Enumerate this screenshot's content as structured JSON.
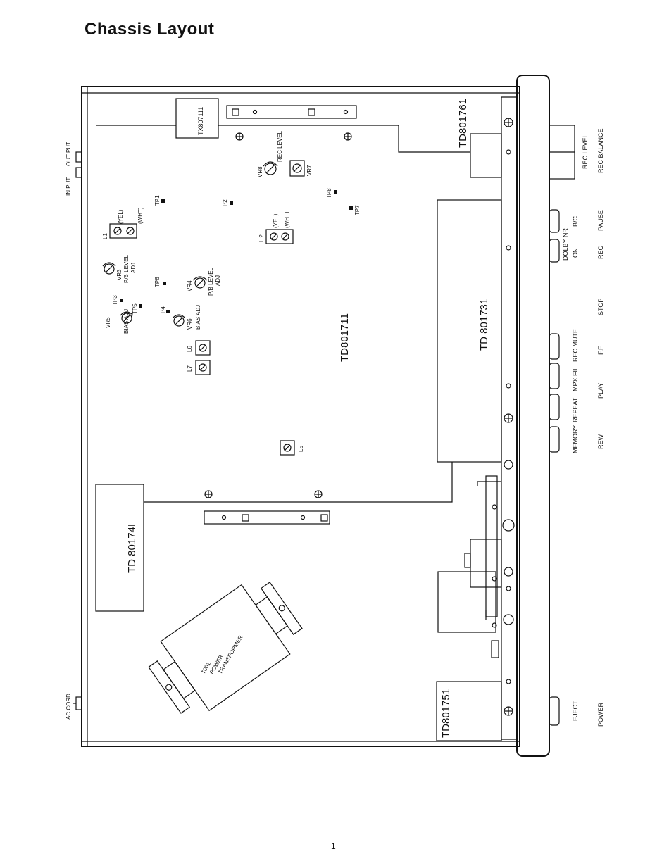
{
  "title": "Chassis Layout",
  "page_number": "1",
  "rear_jacks": {
    "input": "IN PUT",
    "output": "OUT PUT",
    "ac_cord": "AC CORD"
  },
  "boards": {
    "tx807111": "TX807111",
    "td801761": "TD801761",
    "td801711": "TD801711",
    "td801731": "TD 801731",
    "td801741": "TD 80174I",
    "td801751": "TD801751"
  },
  "transformer": {
    "ref": "T001",
    "line1": "POWER",
    "line2": "TRANSFORMER"
  },
  "adjustments": {
    "vr8": "VR8",
    "vr7": "VR7",
    "rec_level_adj": "REC LEVEL",
    "vr3": "VR3",
    "vr3_desc1": "P/B LEVEL",
    "vr3_desc2": "ADJ",
    "vr4": "VR4",
    "vr4_desc1": "P/B LEVEL",
    "vr4_desc2": "ADJ",
    "vr5": "VR5",
    "vr5_desc": "BIAS ADJ",
    "vr6": "VR6",
    "vr6_desc": "BIAS ADJ",
    "l1": "L1",
    "l2": "L 2",
    "l5": "L5",
    "l6": "L6",
    "l7": "L7",
    "yel": "(YEL)",
    "wht": "(WHT)"
  },
  "test_points": {
    "tp1": "TP1",
    "tp2": "TP2",
    "tp3": "TP3",
    "tp4": "TP4",
    "tp5": "TP5",
    "tp6": "TP6",
    "tp7": "TP7",
    "tp8": "TP8"
  },
  "front_panel": {
    "rec_level": "REC LEVEL",
    "rec_balance": "REC BALANCE",
    "dolby_nr": "DOLBY NR",
    "on": "ON",
    "bc": "B/C",
    "pause": "PAUSE",
    "rec": "REC",
    "stop": "STOP",
    "rec_mute": "REC MUTE",
    "ff": "F.F",
    "mpx_fil": "MPX FIL.",
    "play": "PLAY",
    "repeat": "REPEAT",
    "memory": "MEMORY",
    "rew": "REW",
    "eject": "EJECT",
    "power": "POWER"
  }
}
